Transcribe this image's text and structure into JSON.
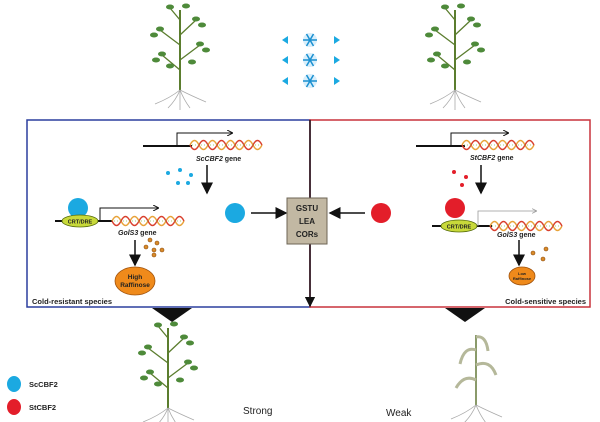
{
  "left_panel": {
    "species_label": "Cold-resistant species",
    "gene_label_name": "ScCBF2",
    "gene_label_suffix": " gene",
    "promoter_label": "CRT/DRE",
    "target_gene_name": "GolS3",
    "target_gene_suffix": " gene",
    "product_line1": "High",
    "product_line2": "Raffinose",
    "border_color": "#2b3f9e",
    "factor_color": "#1ba9e1"
  },
  "right_panel": {
    "species_label": "Cold-sensitive species",
    "gene_label_name": "StCBF2",
    "gene_label_suffix": " gene",
    "promoter_label": "CRT/DRE",
    "target_gene_name": "GolS3",
    "target_gene_suffix": " gene",
    "product_line1": "Low",
    "product_line2": "Raffinose",
    "border_color": "#c8323c",
    "factor_color": "#e31e2a"
  },
  "center_box": {
    "line1": "GSTU",
    "line2": "LEA",
    "line3": "CORs"
  },
  "legend": [
    {
      "label": "ScCBF2",
      "color": "#1ba9e1"
    },
    {
      "label": "StCBF2",
      "color": "#e31e2a"
    }
  ],
  "outcomes": {
    "left": "Strong",
    "right": "Weak"
  },
  "icons": [
    "plant-healthy",
    "snowflake",
    "plant-wilted"
  ]
}
